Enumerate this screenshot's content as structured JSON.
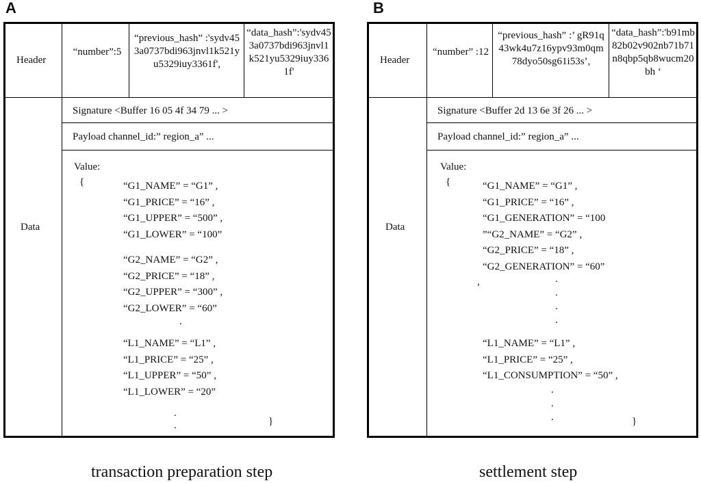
{
  "panels": [
    {
      "letter": "A",
      "row_labels": {
        "header": "Header",
        "data": "Data"
      },
      "header": {
        "number": "“number”:5",
        "previous_hash": "“previous_hash” :'sydv453a0737bdi963jnvl1k521yu5329iuy3361f',",
        "data_hash": "“data_hash”:'sydv453a0737bdi963jnvl1k521yu5329iuy3361f'"
      },
      "signature": "Signature <Buffer 16 05 4f 34 79 ... >",
      "payload": "Payload channel_id:” region_a” ...",
      "value_label": "Value:",
      "open_brace": "{",
      "close_brace": "}",
      "groups": [
        [
          "“G1_NAME” = “G1” ,",
          "“G1_PRICE” = “16” ,",
          "“G1_UPPER” = “500” ,",
          "“G1_LOWER” = “100”"
        ],
        [
          "“G2_NAME” = “G2” ,",
          "“G2_PRICE” = “18” ,",
          "“G2_UPPER” = “300” ,",
          "“G2_LOWER” = “60”"
        ],
        [
          "“L1_NAME” = “L1” ,",
          "“L1_PRICE” = “25” ,",
          "“L1_UPPER” = “50” ,",
          "“L1_LOWER” = “20”"
        ]
      ],
      "caption": "transaction preparation step"
    },
    {
      "letter": "B",
      "row_labels": {
        "header": "Header",
        "data": "Data"
      },
      "header": {
        "number": "“number” :12",
        "previous_hash": "“previous_hash” :’ gR91q43wk4u7z16ypv93m0qm78dyo50sg61i53s’,",
        "data_hash": "“data_hash”:'b91mb82b02v902nb71b71n8qbp5qb8wucm20bh ‘"
      },
      "signature": "Signature <Buffer 2d 13 6e 3f 26 ... >",
      "payload": "Payload channel_id:” region_a” ...",
      "value_label": "Value:",
      "open_brace": "{",
      "close_brace": "}",
      "groups": [
        [
          "“G1_NAME” = “G1” ,",
          "“G1_PRICE” = “16” ,",
          "“G1_GENERATION” = “100",
          "”“G2_NAME” = “G2” ,",
          "“G2_PRICE” = “18” ,",
          "“G2_GENERATION” = “60”"
        ],
        [
          "“L1_NAME” = “L1” ,",
          "“L1_PRICE” = “25” ,",
          "“L1_CONSUMPTION” = “50” ,"
        ]
      ],
      "stray_comma": ",",
      "caption": "settlement step"
    }
  ]
}
